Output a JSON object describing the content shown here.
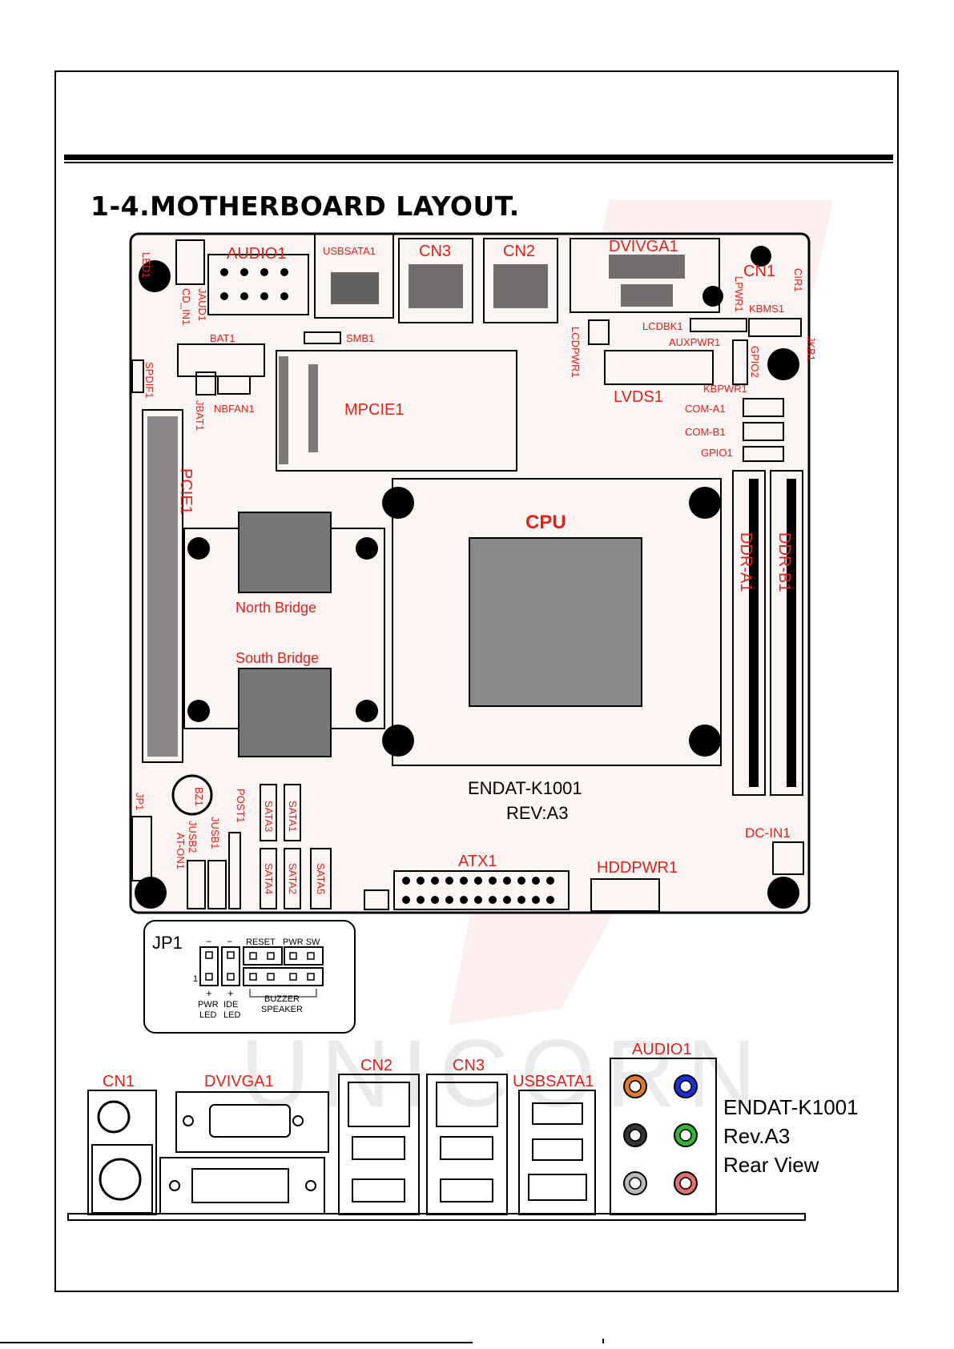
{
  "heading": "1-4.MOTHERBOARD LAYOUT.",
  "watermark": "UNICORN",
  "colors": {
    "label_red": "#e0221a",
    "board_fill": "#fbf4f2",
    "board_outline": "#000000"
  },
  "board": {
    "model": "ENDAT-K1001",
    "revision": "REV:A3",
    "labels": {
      "led1": "LED1",
      "cd_in1": "CD_IN1",
      "jaud1": "JAUD1",
      "audio1": "AUDIO1",
      "usbsata1": "USBSATA1",
      "cn3": "CN3",
      "cn2": "CN2",
      "dvivga1": "DVIVGA1",
      "cn1": "CN1",
      "cir1": "CIR1",
      "lpwr1": "LPWR1",
      "kbms1": "KBMS1",
      "lcdbk1": "LCDBK1",
      "auxpwr1": "AUXPWR1",
      "jkb1": "JKB1",
      "gpio2": "GPIO2",
      "lcdpwr1": "LCDPWR1",
      "lvds1": "LVDS1",
      "kbpwr1": "KBPWR1",
      "com_a1": "COM-A1",
      "com_b1": "COM-B1",
      "gpio1": "GPIO1",
      "bat1": "BAT1",
      "smb1": "SMB1",
      "spdif1": "SPDIF1",
      "jbat1": "JBAT1",
      "nbfan1": "NBFAN1",
      "mpcie1": "MPCIE1",
      "pcie1": "PCIE1",
      "cpu": "CPU",
      "north_bridge": "North Bridge",
      "south_bridge": "South Bridge",
      "ddr_a1": "DDR-A1",
      "ddr_b1": "DDR-B1",
      "jp1": "JP1",
      "bz1": "BZ1",
      "jusb2": "JUSB2",
      "at_on1": "AT-ON1",
      "jusb1": "JUSB1",
      "post1": "POST1",
      "sata3": "SATA3",
      "sata1": "SATA1",
      "sata4": "SATA4",
      "sata2": "SATA2",
      "sata5": "SATA5",
      "atx1": "ATX1",
      "hddpwr1": "HDDPWR1",
      "dc_in1": "DC-IN1"
    }
  },
  "jp1_detail": {
    "title": "JP1",
    "minus1": "−",
    "minus2": "−",
    "plus1": "+",
    "plus2": "+",
    "pin1": "1",
    "reset": "RESET",
    "pwr_sw": "PWR SW",
    "pwr_led_1": "PWR",
    "pwr_led_2": "LED",
    "ide_led_1": "IDE",
    "ide_led_2": "LED",
    "buzzer": "BUZZER",
    "speaker": "SPEAKER"
  },
  "rear": {
    "cn1": "CN1",
    "dvivga1": "DVIVGA1",
    "cn2": "CN2",
    "cn3": "CN3",
    "usbsata1": "USBSATA1",
    "audio1": "AUDIO1",
    "model": "ENDAT-K1001",
    "revision": "Rev.A3",
    "view": "Rear View",
    "audio_jack_colors": [
      "#e07a2c",
      "#1a2fd6",
      "#333333",
      "#33b533",
      "#b8b8b8",
      "#e07070"
    ]
  }
}
